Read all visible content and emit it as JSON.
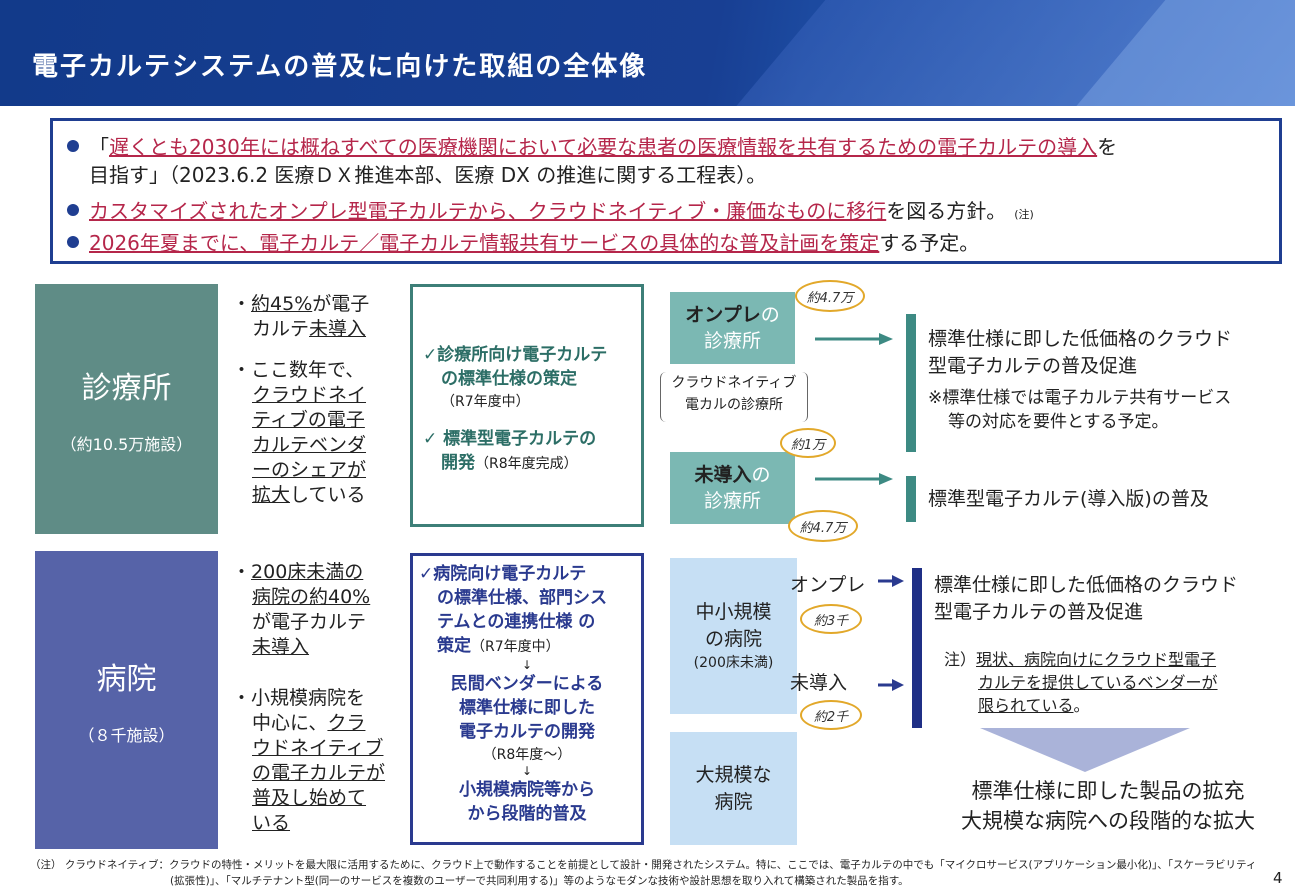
{
  "header": {
    "title": "電子カルテシステムの普及に向けた取組の全体像"
  },
  "summary": {
    "b1_red": "遅くとも2030年には概ねすべての医療機関において必要な患者の医療情報を共有するための電子カルテの導入",
    "b1_pre": "「",
    "b1_post": "を",
    "b1_line2": "目指す」（2023.6.2 医療ＤＸ推進本部、医療 DX の推進に関する工程表）。",
    "b2_red": "カスタマイズされたオンプレ型電子カルテから、クラウドネイティブ・廉価なものに移行",
    "b2_post": "を図る方針。",
    "b2_note": "(注)",
    "b3_red": "2026年夏までに、電子カルテ／電子カルテ情報共有サービスの具体的な普及計画を策定",
    "b3_post": "する予定。"
  },
  "clinic": {
    "name": "診療所",
    "count": "（約10.5万施設）",
    "desc1_pre": "・",
    "desc1_u": "約45%",
    "desc1_mid": "が電子",
    "desc1_l2_pre": "カルテ",
    "desc1_l2_u": "未導入",
    "desc2_l1": "・ここ数年で、",
    "desc2_l2": "クラウドネイ",
    "desc2_l3": "ティブの電子",
    "desc2_l4": "カルテベンダ",
    "desc2_l5": "ーのシェアが",
    "desc2_l6_u": "拡大",
    "desc2_l6_post": "している",
    "policy1_l1": "✓診療所向け電子カルテ",
    "policy1_l2": "の標準仕様の策定",
    "policy1_paren": "（R7年度中）",
    "policy2_l1": "✓ 標準型電子カルテの",
    "policy2_l2": "開発",
    "policy2_paren": "（R8年度完成）",
    "onpre_bold": "オンプレ",
    "onpre_post": "の",
    "onpre_l2": "診療所",
    "cloud_l1": "クラウドネイティブ",
    "cloud_l2": "電カルの診療所",
    "notintro_bold": "未導入",
    "notintro_post": "の",
    "notintro_l2": "診療所",
    "bubble1": "約4.7万",
    "bubble2": "約1万",
    "bubble3": "約4.7万",
    "result1_l1": "標準仕様に即した低価格のクラウド",
    "result1_l2": "型電子カルテの普及促進",
    "result1_note_l1": "※標準仕様では電子カルテ共有サービス",
    "result1_note_l2": "等の対応を要件とする予定。",
    "result2": "標準型電子カルテ(導入版)の普及"
  },
  "hospital": {
    "name": "病院",
    "count": "（８千施設）",
    "desc1_l1_u": "200床未満の",
    "desc1_l2_u": "病院の約40%",
    "desc1_l3": "が電子カルテ",
    "desc1_l4_u": "未導入",
    "desc2_l1": "・小規模病院を",
    "desc2_l2_pre": "中心に、",
    "desc2_l2_u": "クラ",
    "desc2_l3_u": "ウドネイティブ",
    "desc2_l4_u": "の電子カルテが",
    "desc2_l5_u": "普及し始めて",
    "desc2_l6_u": "いる",
    "bullet_dot": "・",
    "policy_l1": "✓病院向け電子カルテ",
    "policy_l2": "の標準仕様、部門シス",
    "policy_l3": "テムとの連携仕様 の",
    "policy_l4": "策定",
    "policy_l4_paren": "（R7年度中）",
    "down_arrow": "↓",
    "policy_l5": "民間ベンダーによる",
    "policy_l6": "標準仕様に即した",
    "policy_l7": "電子カルテの開発",
    "policy_l8_paren": "（R8年度～）",
    "policy_l9": "小規模病院等から",
    "policy_l10": "から段階的普及",
    "small_l1": "中小規模",
    "small_l2": "の病院",
    "small_l3": "(200床未満)",
    "large_l1": "大規模な",
    "large_l2": "病院",
    "onpre_label": "オンプレ",
    "notintro_label": "未導入",
    "bubble1": "約3千",
    "bubble2": "約2千",
    "result_l1": "標準仕様に即した低価格のクラウド",
    "result_l2": "型電子カルテの普及促進",
    "note_pre": "注）",
    "note_l1": "現状、病院向けにクラウド型電子",
    "note_l2": "カルテを提供しているベンダーが",
    "note_l3": "限られている",
    "note_l3_post": "。",
    "final_l1": "標準仕様に即した製品の拡充",
    "final_l2": "大規模な病院への段階的な拡大"
  },
  "footer": {
    "line1": "（注） クラウドネイティブ：クラウドの特性・メリットを最大限に活用するために、クラウド上で動作することを前提として設計・開発されたシステム。特に、ここでは、電子カルテの中でも「マイクロサービス(アプリケーション最小化)」、「スケーラビリティ",
    "line2": "(拡張性)」、「マルチテナント型(同一のサービスを複数のユーザーで共同利用する)」等のようなモダンな技術や設計思想を取り入れて構築された製品を指す。",
    "page_number": "4"
  }
}
